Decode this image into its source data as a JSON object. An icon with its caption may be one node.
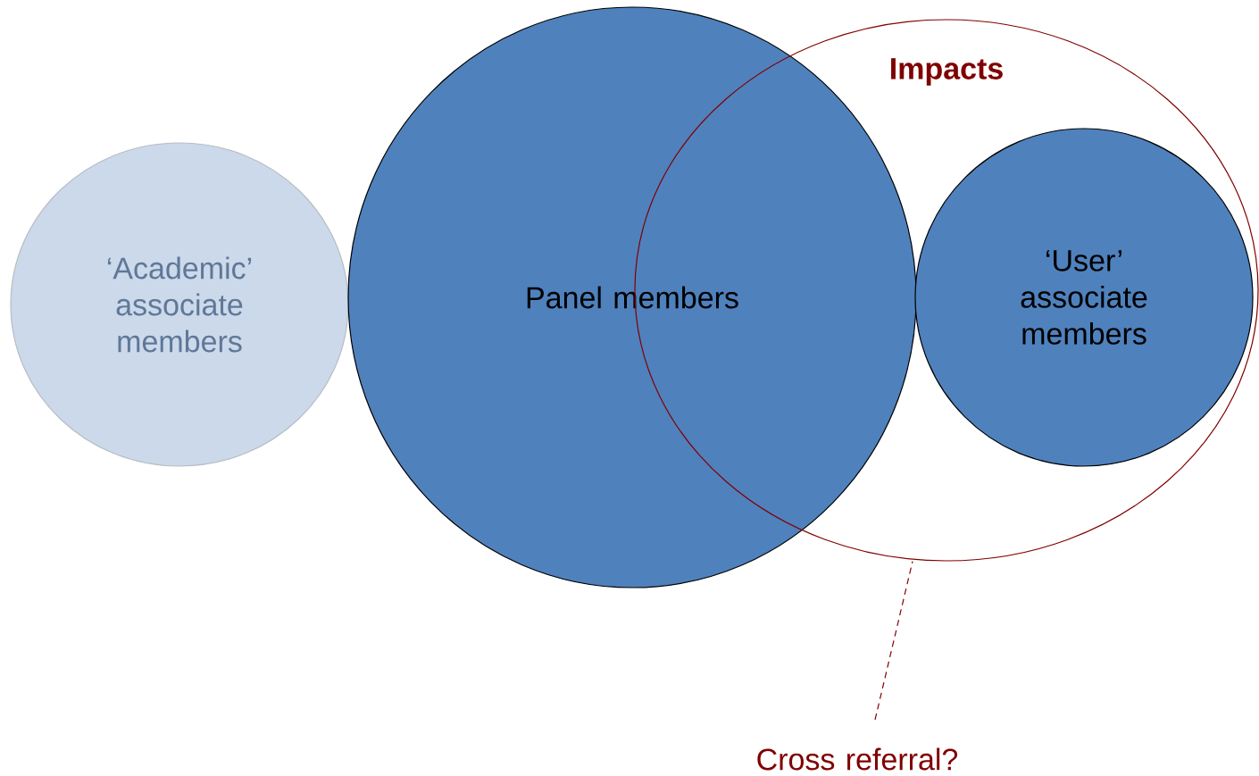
{
  "diagram": {
    "nodes": [
      {
        "text": [
          "‘Academic’ associate members"
        ]
      },
      {
        "text": [
          "Panel members"
        ]
      },
      {
        "text": [
          "Impacts"
        ]
      },
      {
        "text": [
          "‘User’ associate members"
        ],
        "in": 2
      },
      {
        "text": [
          "Cross referral?"
        ]
      }
    ],
    "edges": [
      {
        "from": 4,
        "to": 2,
        "arrow": "none",
        "style": "dashed",
        "color": "#800000"
      }
    ]
  }
}
